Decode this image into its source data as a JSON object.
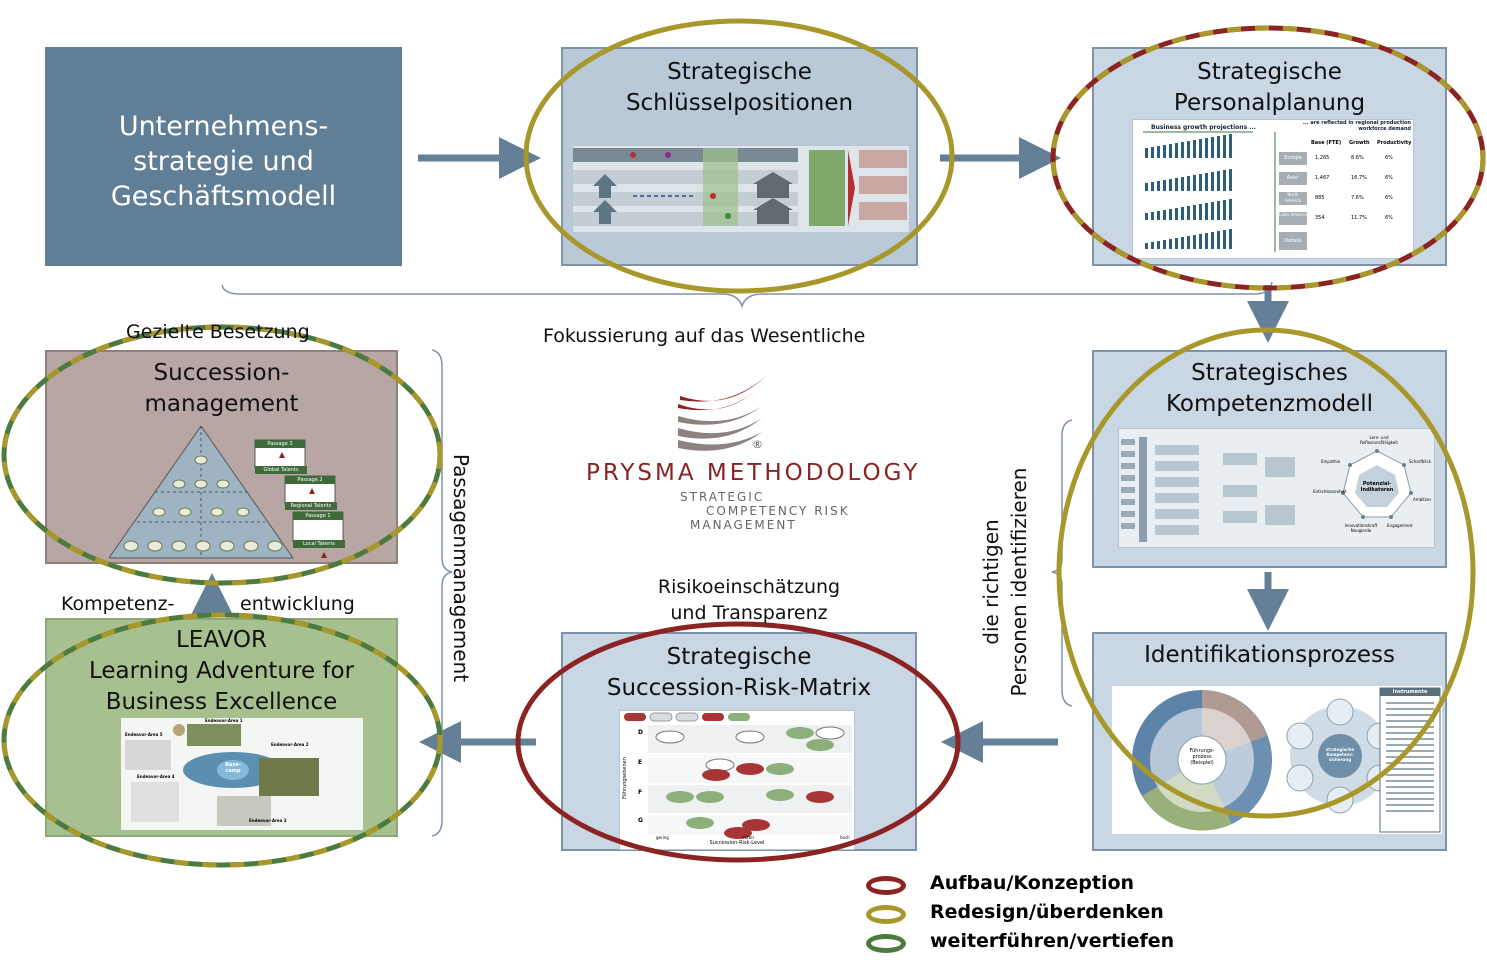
{
  "boxes": {
    "strategy": {
      "title_lines": [
        "Unternehmens-",
        "strategie und",
        "Geschäftsmodell"
      ]
    },
    "key_positions": {
      "title_lines": [
        "Strategische",
        "Schlüsselpositionen"
      ]
    },
    "personnel_planning": {
      "title_lines": [
        "Strategische",
        "Personalplanung"
      ]
    },
    "competency_model": {
      "title_lines": [
        "Strategisches",
        "Kompetenzmodell"
      ]
    },
    "identification": {
      "title_lines": [
        "Identifikationsprozess"
      ]
    },
    "risk_matrix": {
      "title_lines": [
        "Strategische",
        "Succession-Risk-Matrix"
      ]
    },
    "leavor": {
      "title_lines": [
        "LEAVOR",
        "Learning Adventure for",
        "Business Excellence"
      ]
    },
    "succession": {
      "title_lines": [
        "Succession-",
        "management"
      ]
    }
  },
  "labels": {
    "focus": "Fokussierung auf das Wesentliche",
    "targeted_staffing": "Gezielte Besetzung",
    "passage_management": "Passagenmanagement",
    "right_people_line1": "die richtigen",
    "right_people_line2": "Personen identifizieren",
    "risk_line1": "Risikoeinschätzung",
    "risk_line2": "und Transparenz",
    "competency_left": "Kompetenz-",
    "competency_right": "entwicklung"
  },
  "logo": {
    "name": "PRYSMA METHODOLOGY",
    "reg_mark": "®",
    "tagline_1": "STRATEGIC",
    "tagline_2": "COMPETENCY RISK",
    "tagline_3": "MANAGEMENT"
  },
  "legend": [
    {
      "label": "Aufbau/Konzeption",
      "color": "#8b2323"
    },
    {
      "label": "Redesign/überdenken",
      "color": "#a8972a"
    },
    {
      "label": "weiterführen/vertiefen",
      "color": "#4d7a3e"
    }
  ],
  "thumbs": {
    "planning": {
      "heading_left": "Business growth projections ...",
      "heading_right": "... are reflected in regional production workforce demand",
      "col_base": "Base (FTE)",
      "col_growth": "Growth",
      "col_productivity": "Productivity",
      "rows": [
        {
          "region": "Europe",
          "base": "1,265",
          "growth": "8.6%",
          "prod": "6%"
        },
        {
          "region": "Asia¹",
          "base": "1,467",
          "growth": "16.7%",
          "prod": "6%"
        },
        {
          "region": "North America",
          "base": "885",
          "growth": "7.6%",
          "prod": "6%"
        },
        {
          "region": "Latin America",
          "base": "354",
          "growth": "11.7%",
          "prod": "6%"
        },
        {
          "region": "Details",
          "base": "",
          "growth": "",
          "prod": ""
        }
      ]
    },
    "competency": {
      "center_1": "Potenzial-",
      "center_2": "Indikatoren",
      "axes": [
        "Lern- und Reflexionsfähigkeit",
        "Scharfblick",
        "Ambition",
        "Engagement",
        "Innovationskraft Neugierde",
        "Entschlossenheit",
        "Empathie"
      ]
    },
    "identification": {
      "center_1": "Führungs-",
      "center_2": "prozess",
      "center_3": "(Beispiel)",
      "instruments_title": "Instrumente",
      "hub_1": "strategische",
      "hub_2": "Kompetenz-",
      "hub_3": "sicherung"
    },
    "risk": {
      "y_axis": "Führungsebenen",
      "x_axis": "Succession-Risk-Level",
      "rows": [
        "D",
        "E",
        "F",
        "G"
      ],
      "x_ticks": [
        "gering",
        "mittel",
        "hoch"
      ]
    },
    "succession": {
      "passage3": "Passage 3",
      "global": "Global Talents",
      "passage2": "Passage 2",
      "regional": "Regional Talents",
      "passage1": "Passage 1",
      "local": "Local Talents"
    },
    "leavor": {
      "area1": "Endeavor-Area 1",
      "area2": "Endeavor-Area 2",
      "area3": "Endeavor-Area 3",
      "area4": "Endeavor-Area 4",
      "area5": "Endeavor-Area 5",
      "base_1": "Base-",
      "base_2": "camp"
    }
  }
}
